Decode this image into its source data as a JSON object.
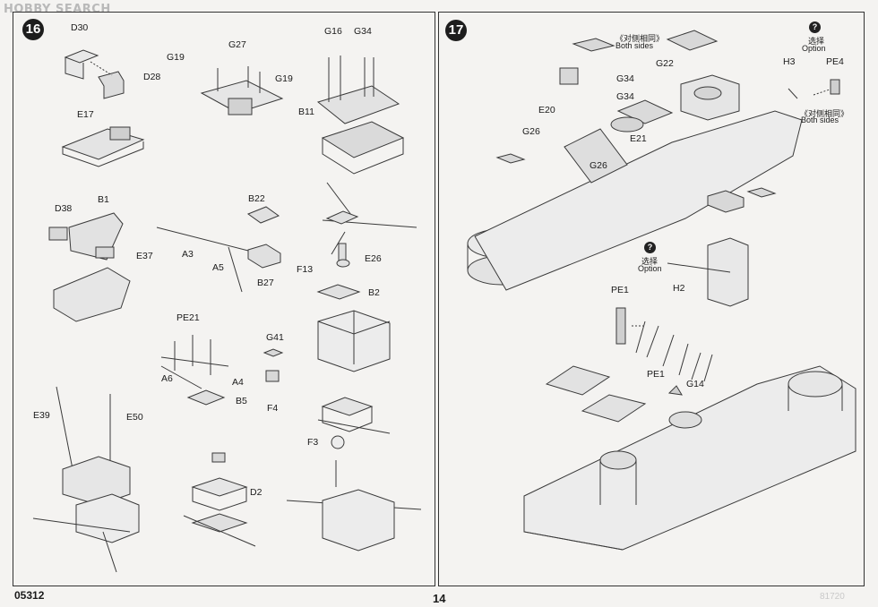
{
  "watermark": "HOBBY SEARCH",
  "steps": {
    "left": "16",
    "right": "17"
  },
  "footer": {
    "code": "05312",
    "page": "14",
    "ghost": "81720"
  },
  "step16_labels": {
    "d30": "D30",
    "d28": "D28",
    "e17": "E17",
    "g19a": "G19",
    "g27": "G27",
    "g19b": "G19",
    "g16": "G16",
    "g34": "G34",
    "b11": "B11",
    "b1": "B1",
    "d38": "D38",
    "e37": "E37",
    "b22": "B22",
    "a3": "A3",
    "a5": "A5",
    "b27": "B27",
    "f13": "F13",
    "e26": "E26",
    "b2": "B2",
    "pe21": "PE21",
    "g41": "G41",
    "a6": "A6",
    "a4": "A4",
    "b5": "B5",
    "f4": "F4",
    "e39": "E39",
    "e50": "E50",
    "f3": "F3",
    "d2": "D2"
  },
  "step17_labels": {
    "both_cn1": "《对侧相同》",
    "both_en1": "Both sides",
    "g22": "G22",
    "g34a": "G34",
    "g34b": "G34",
    "e20": "E20",
    "g26a": "G26",
    "e21": "E21",
    "g26b": "G26",
    "opt_cn1": "选择",
    "opt_en1": "Option",
    "h3": "H3",
    "pe4": "PE4",
    "both_cn2": "《对侧相同》",
    "both_en2": "Both sides",
    "opt_cn2": "选择",
    "opt_en2": "Option",
    "pe1a": "PE1",
    "h2": "H2",
    "pe1b": "PE1",
    "g14": "G14",
    "q1": "?",
    "q2": "?"
  }
}
